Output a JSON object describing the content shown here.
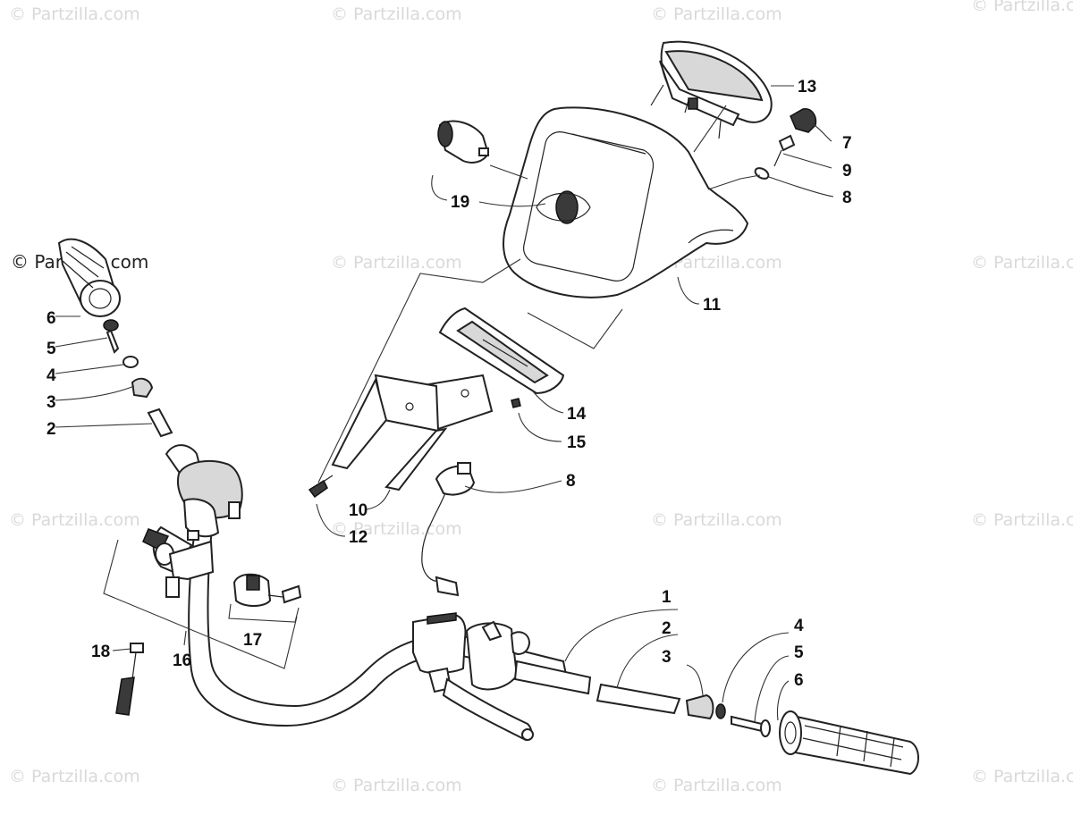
{
  "copyright": "© Partzilla.com",
  "watermark": "© Partzilla.com",
  "callouts": {
    "c1": "1",
    "c2a": "2",
    "c2b": "2",
    "c3a": "3",
    "c3b": "3",
    "c4a": "4",
    "c4b": "4",
    "c5a": "5",
    "c5b": "5",
    "c6a": "6",
    "c6b": "6",
    "c7": "7",
    "c8a": "8",
    "c8b": "8",
    "c9": "9",
    "c10": "10",
    "c11": "11",
    "c12": "12",
    "c13": "13",
    "c14": "14",
    "c15": "15",
    "c16": "16",
    "c17": "17",
    "c18": "18",
    "c19": "19"
  }
}
